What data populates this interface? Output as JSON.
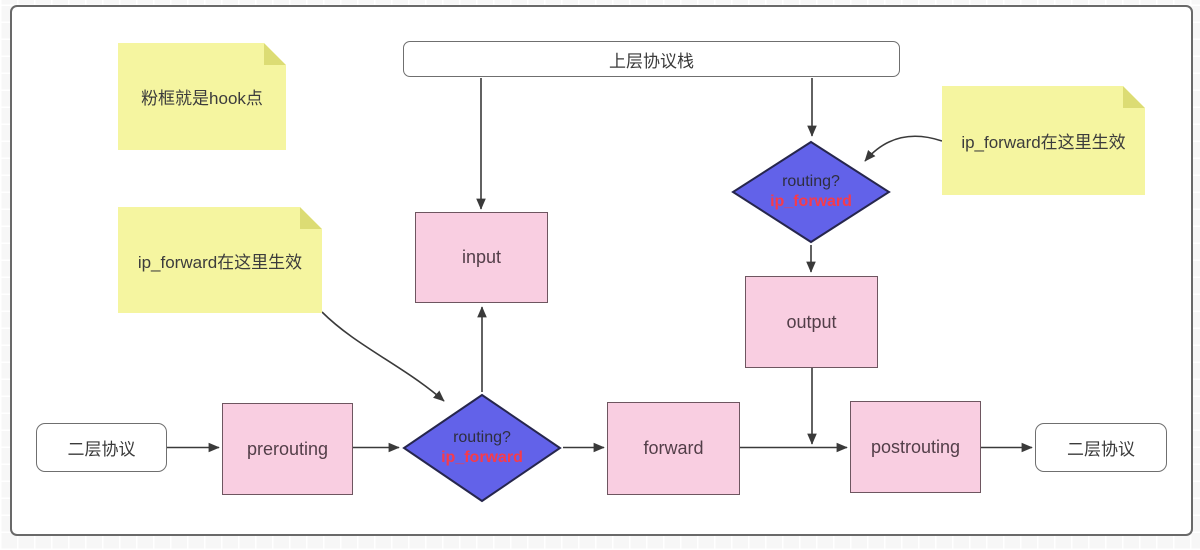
{
  "diagram": {
    "title_node": "上层协议栈",
    "notes": {
      "hook": "粉框就是hook点",
      "left": "ip_forward在这里生效",
      "right": "ip_forward在这里生效"
    },
    "nodes": {
      "l2_left": "二层协议",
      "l2_right": "二层协议",
      "prerouting": "prerouting",
      "input": "input",
      "forward": "forward",
      "output": "output",
      "postrouting": "postrouting"
    },
    "decisions": {
      "upper": {
        "question": "routing?",
        "annotation": "ip_forward"
      },
      "lower": {
        "question": "routing?",
        "annotation": "ip_forward"
      }
    }
  },
  "colors": {
    "hook_box_fill": "#f9cee1",
    "hook_box_border": "#6e5660",
    "diamond_fill": "#6262e9",
    "diamond_border": "#26264d",
    "annotation_red": "#f63b4b",
    "note_fill": "#f5f5a0",
    "note_fold": "#dcdc74",
    "arrow": "#3a3a3a",
    "container_border": "#696969"
  }
}
